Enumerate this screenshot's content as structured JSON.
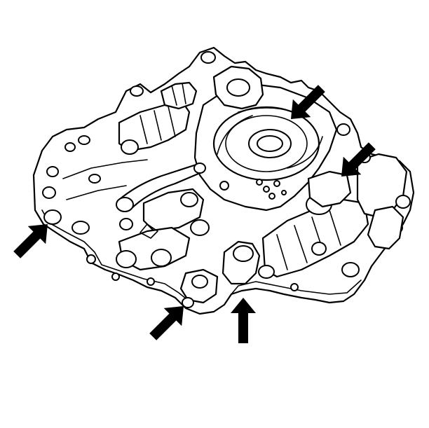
{
  "figure": {
    "subject": "valve-body-illustration",
    "line_color": "#000000",
    "background": "#ffffff",
    "arrow_color": "#000000"
  },
  "arrows": [
    {
      "id": "arrow-upper-center",
      "direction": "down-left"
    },
    {
      "id": "arrow-upper-right",
      "direction": "down-left"
    },
    {
      "id": "arrow-left",
      "direction": "up-right"
    },
    {
      "id": "arrow-bottom-left",
      "direction": "up-right"
    },
    {
      "id": "arrow-bottom-center",
      "direction": "up"
    }
  ]
}
